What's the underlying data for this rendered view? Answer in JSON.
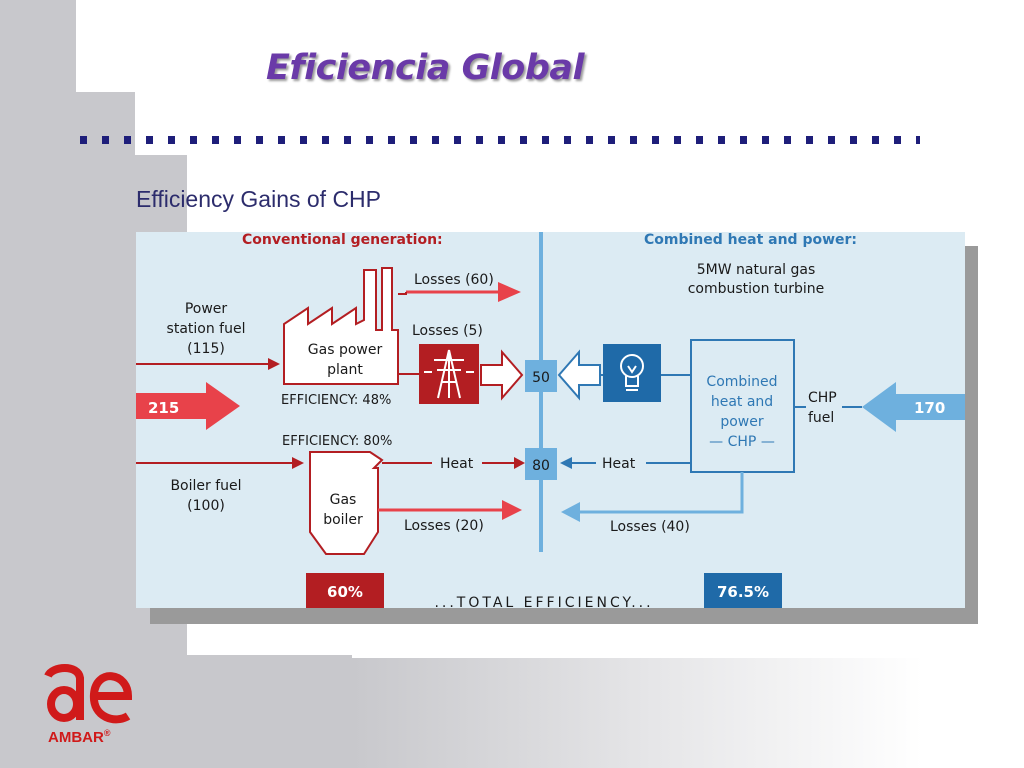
{
  "slide": {
    "title": "Eficiencia Global",
    "subtitle": "Efficiency Gains of CHP",
    "brand": "AMBAR"
  },
  "diagram": {
    "conventional_heading": "Conventional generation:",
    "chp_heading": "Combined heat and power:",
    "chp_turbine_line1": "5MW natural gas",
    "chp_turbine_line2": "combustion turbine",
    "power_fuel_line1": "Power",
    "power_fuel_line2": "station fuel",
    "power_fuel_value": "(115)",
    "total_input": "215",
    "losses_60": "Losses (60)",
    "losses_5": "Losses (5)",
    "gas_plant_line1": "Gas power",
    "gas_plant_line2": "plant",
    "efficiency_48": "EFFICIENCY: 48%",
    "efficiency_80": "EFFICIENCY: 80%",
    "boiler_fuel_line1": "Boiler fuel",
    "boiler_fuel_value": "(100)",
    "gas_boiler_line1": "Gas",
    "gas_boiler_line2": "boiler",
    "heat_left": "Heat",
    "losses_20": "Losses (20)",
    "electricity_value": "50",
    "heat_value": "80",
    "heat_right": "Heat",
    "chp_box_line1": "Combined",
    "chp_box_line2": "heat and",
    "chp_box_line3": "power",
    "chp_box_line4": "— CHP —",
    "chp_fuel_line1": "CHP",
    "chp_fuel_line2": "fuel",
    "chp_input": "170",
    "losses_40": "Losses (40)",
    "conventional_efficiency": "60%",
    "chp_efficiency": "76.5%",
    "total_efficiency_label": "...TOTAL EFFICIENCY...",
    "colors": {
      "red": "#b31e22",
      "red_arrow": "#e8424a",
      "blue": "#2f78b4",
      "light_blue": "#6eb0de",
      "panel": "#dcebf3"
    }
  }
}
